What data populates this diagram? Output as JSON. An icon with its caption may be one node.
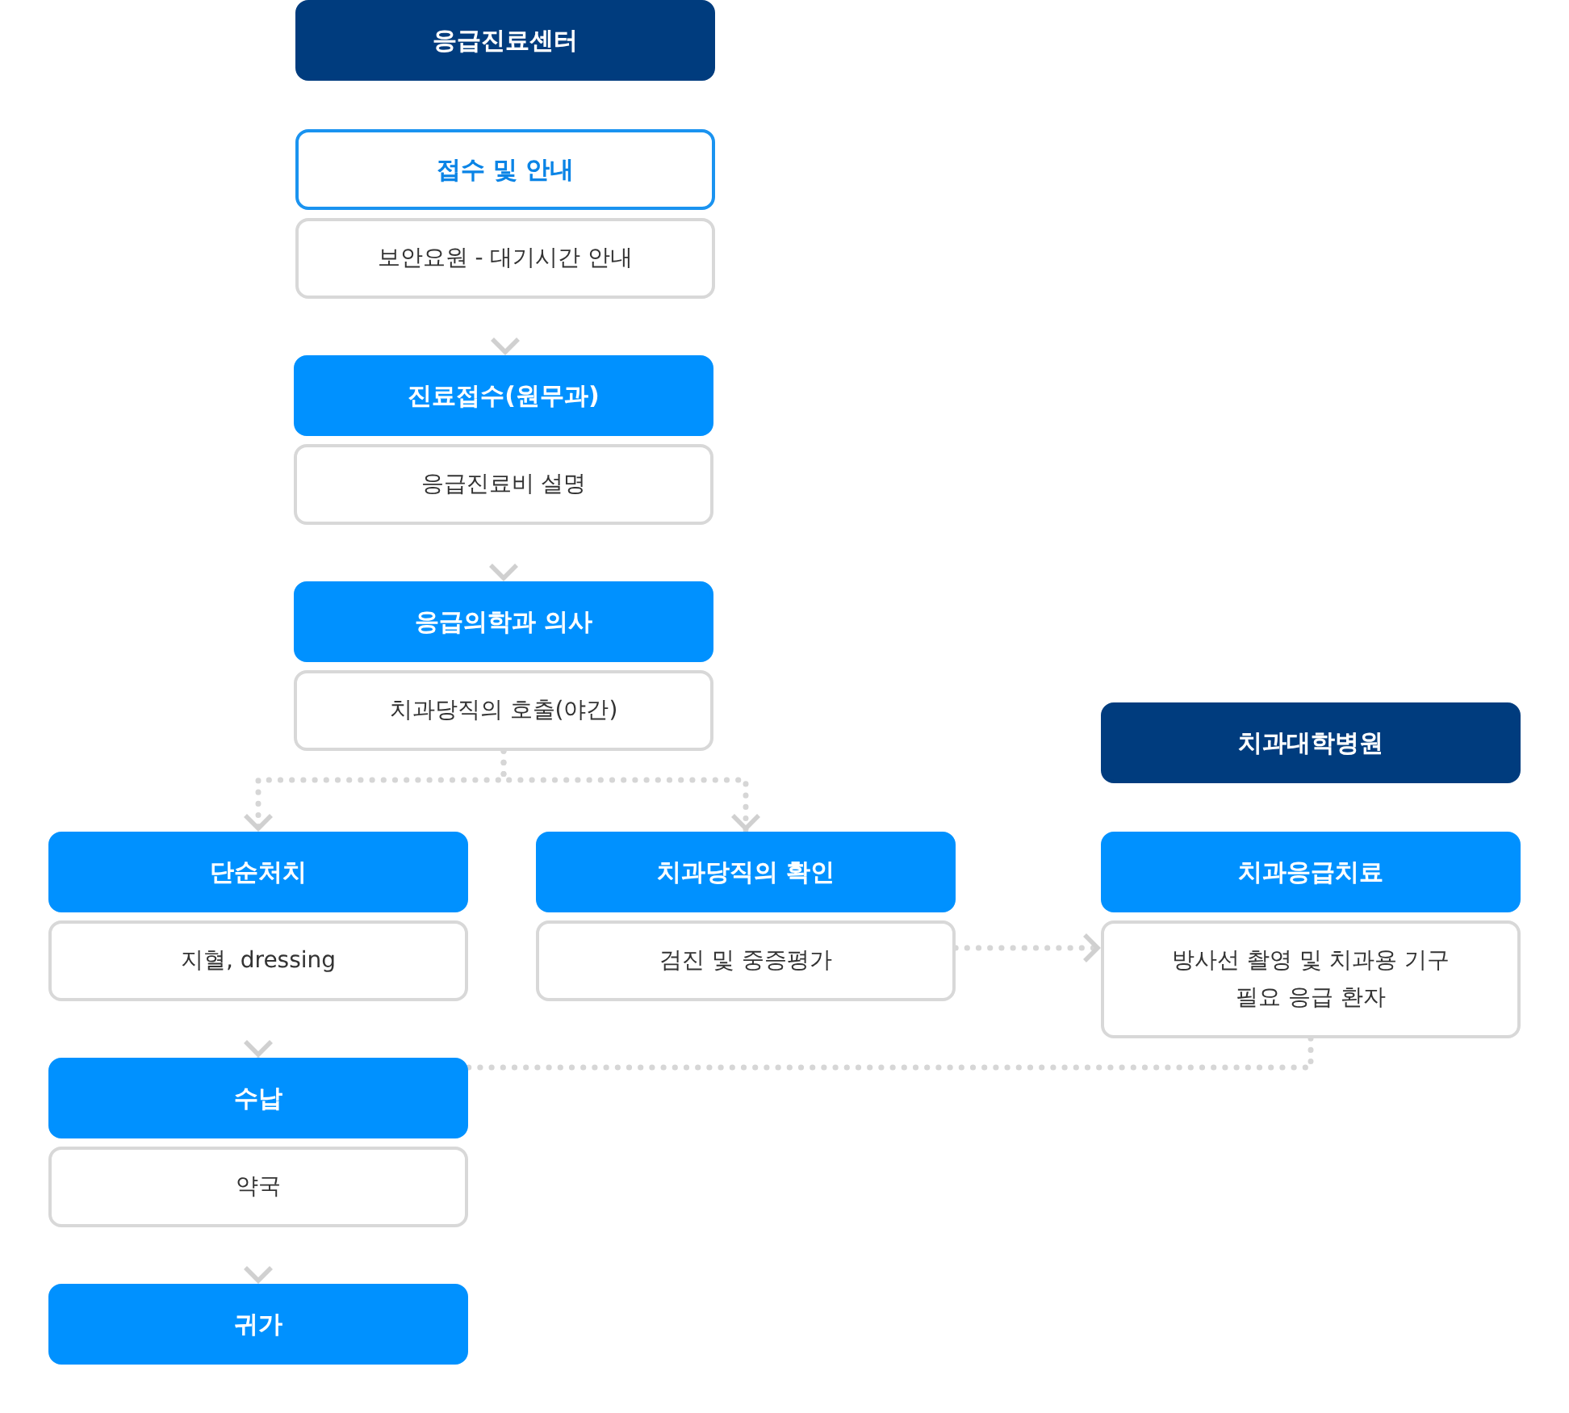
{
  "diagram": {
    "nodes": [
      {
        "text": [
          "응급진료센터"
        ]
      },
      {
        "text": [
          "접수 및 안내"
        ]
      },
      {
        "text": [
          "보안요원 - 대기시간 안내"
        ]
      },
      {
        "text": [
          "진료접수(원무과)"
        ]
      },
      {
        "text": [
          "응급진료비 설명"
        ]
      },
      {
        "text": [
          "응급의학과 의사"
        ]
      },
      {
        "text": [
          "치과당직의 호출(야간)"
        ]
      },
      {
        "text": [
          "치과대학병원"
        ]
      },
      {
        "text": [
          "단순처치"
        ]
      },
      {
        "text": [
          "지혈, dressing"
        ]
      },
      {
        "text": [
          "치과당직의 확인"
        ]
      },
      {
        "text": [
          "검진 및 중증평가"
        ]
      },
      {
        "text": [
          "치과응급치료"
        ]
      },
      {
        "text": [
          "방사선 촬영 및 치과용 기구 필요 응급 환자"
        ]
      },
      {
        "text": [
          "수납"
        ]
      },
      {
        "text": [
          "약국"
        ]
      },
      {
        "text": [
          "귀가"
        ]
      }
    ],
    "edges": [
      {
        "from": 2,
        "to": 3,
        "arrow": "to"
      },
      {
        "from": 4,
        "to": 5,
        "arrow": "to"
      },
      {
        "from": 6,
        "to": 8,
        "arrow": "to",
        "style": "dashed"
      },
      {
        "from": 6,
        "to": 10,
        "arrow": "to",
        "style": "dashed"
      },
      {
        "from": 9,
        "to": 14,
        "arrow": "to"
      },
      {
        "from": 15,
        "to": 16,
        "arrow": "to"
      },
      {
        "from": 11,
        "to": 13,
        "arrow": "to",
        "style": "dashed"
      },
      {
        "from": 13,
        "to": 14,
        "arrow": "to",
        "style": "dashed"
      }
    ]
  }
}
